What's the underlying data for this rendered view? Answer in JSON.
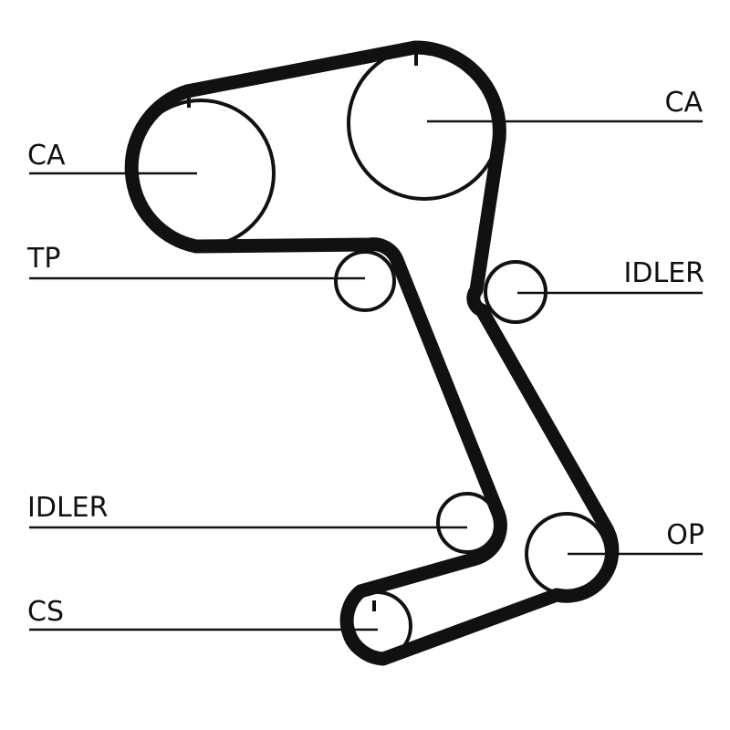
{
  "diagram": {
    "labels": {
      "ca_left": "CA",
      "tp": "TP",
      "idler_left": "IDLER",
      "cs": "CS",
      "ca_right": "CA",
      "idler_right": "IDLER",
      "op": "OP"
    },
    "line_color": "#111111",
    "background": "#ffffff"
  }
}
